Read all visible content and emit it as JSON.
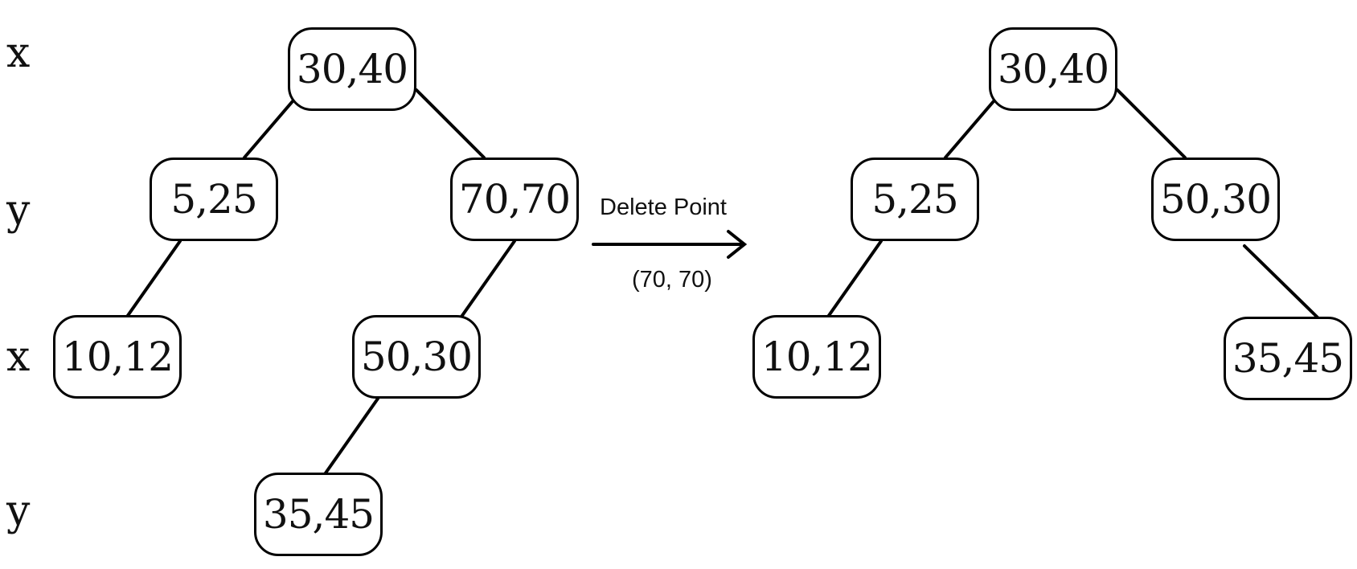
{
  "level_labels": [
    "x",
    "y",
    "x",
    "y"
  ],
  "operation": {
    "label": "Delete Point",
    "point": "(70, 70)"
  },
  "before_tree": {
    "root": "30,40",
    "root_left": "5,25",
    "root_right": "70,70",
    "left_left": "10,12",
    "right_left": "50,30",
    "right_left_left": "35,45"
  },
  "after_tree": {
    "root": "30,40",
    "root_left": "5,25",
    "root_right": "50,30",
    "left_left": "10,12",
    "right_right": "35,45"
  }
}
